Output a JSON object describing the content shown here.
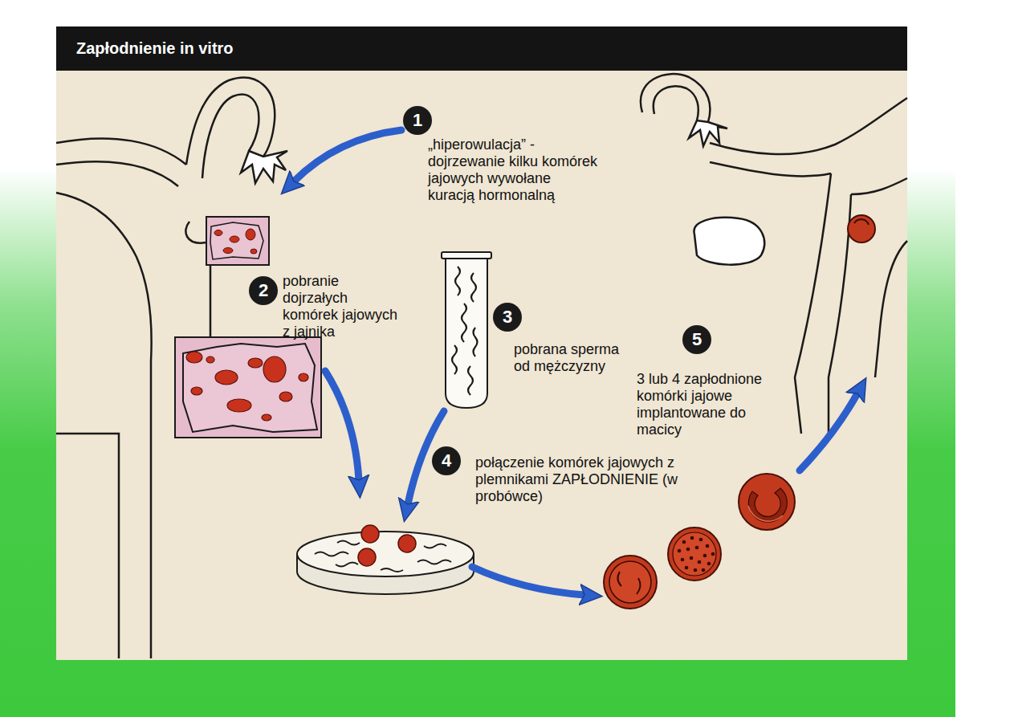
{
  "diagram": {
    "title": "Zapłodnienie in vitro",
    "nodes": [
      {
        "text": [
          "1"
        ]
      },
      {
        "text": [
          "2"
        ]
      },
      {
        "text": [
          "3"
        ]
      },
      {
        "text": [
          "4"
        ]
      },
      {
        "text": [
          "5"
        ]
      }
    ],
    "labels": [
      "„hiperowulacja” - dojrzewanie kilku komórek jajowych wywołane kuracją hormonalną",
      "pobranie dojrzałych komórek jajowych z jajnika",
      "pobrana sperma od mężczyzny",
      "połączenie komórek jajowych z plemnikami ZAPŁODNIENIE (w probówce)",
      "3 lub 4 zapłodnione komórki jajowe implantowane do macicy"
    ]
  }
}
